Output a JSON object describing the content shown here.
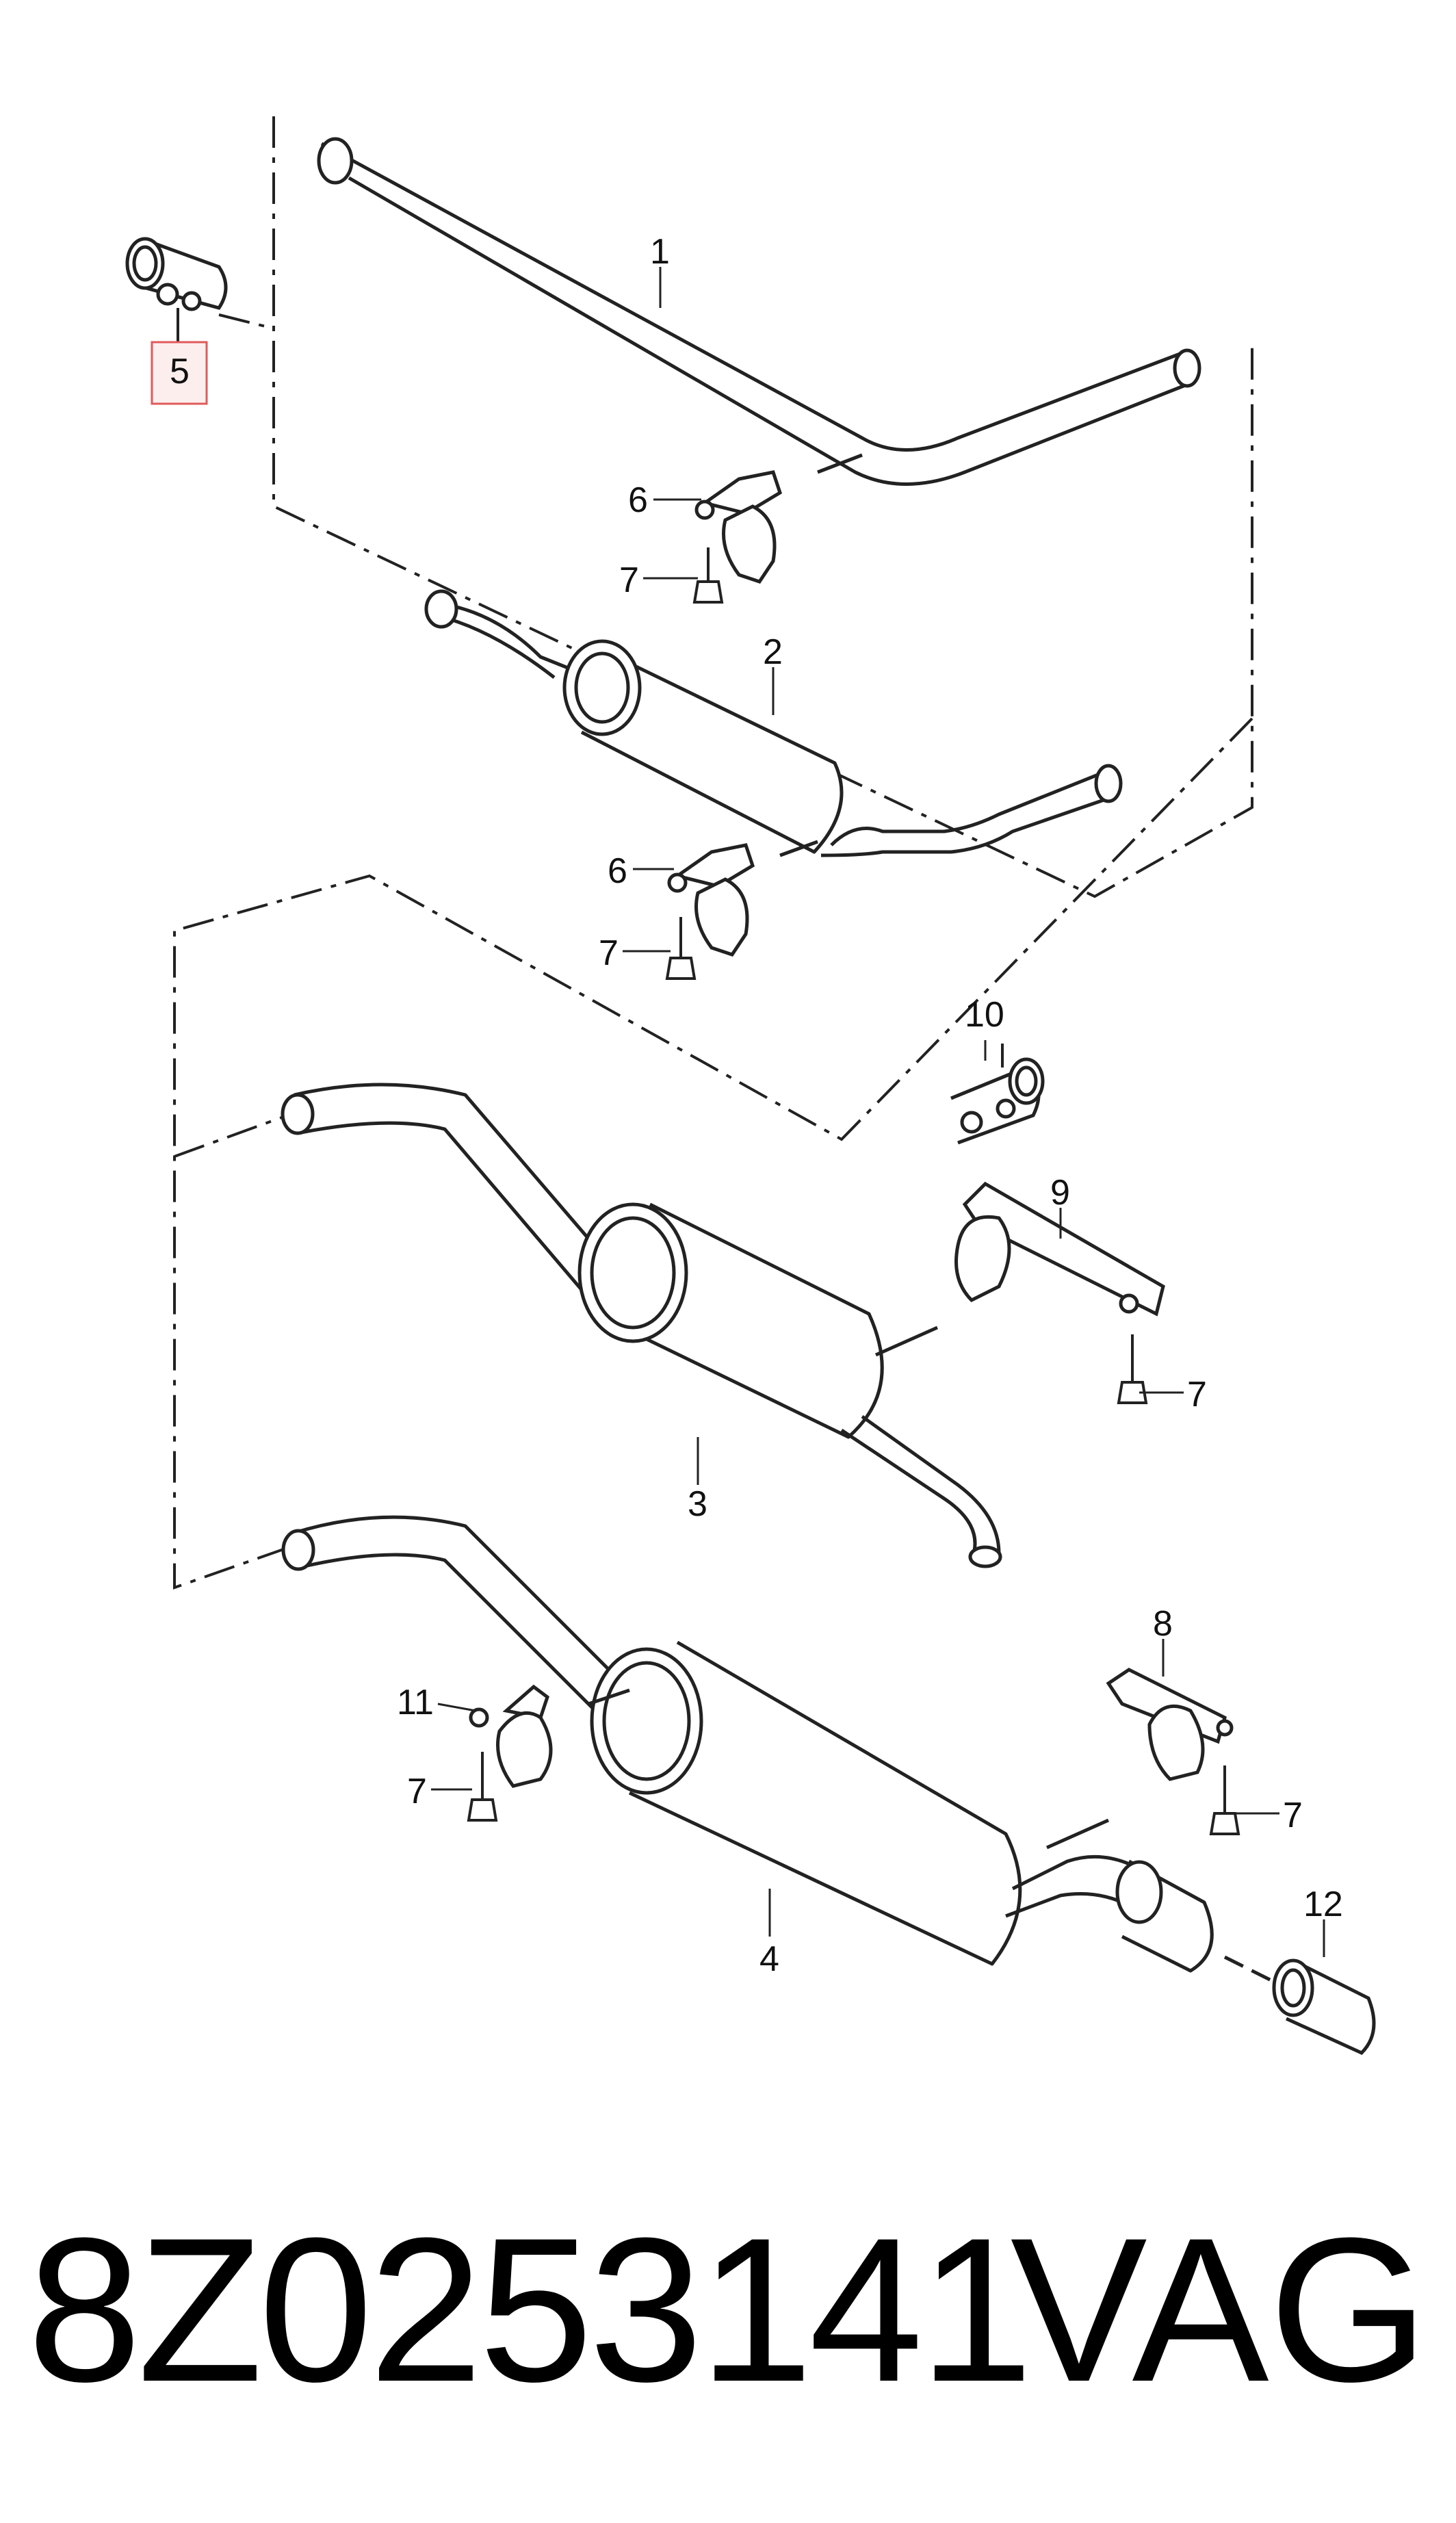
{
  "diagram": {
    "part_labels": {
      "p1": "1",
      "p2": "2",
      "p3": "3",
      "p4": "4",
      "p5": "5",
      "p6a": "6",
      "p6b": "6",
      "p7a": "7",
      "p7b": "7",
      "p7c": "7",
      "p7d": "7",
      "p7e": "7",
      "p8": "8",
      "p9": "9",
      "p10": "10",
      "p11": "11",
      "p12": "12"
    },
    "highlighted_part": "5",
    "highlight_color": "#e05a5a"
  },
  "footer": {
    "part_number": "8Z0253141",
    "brand": "VAG"
  }
}
